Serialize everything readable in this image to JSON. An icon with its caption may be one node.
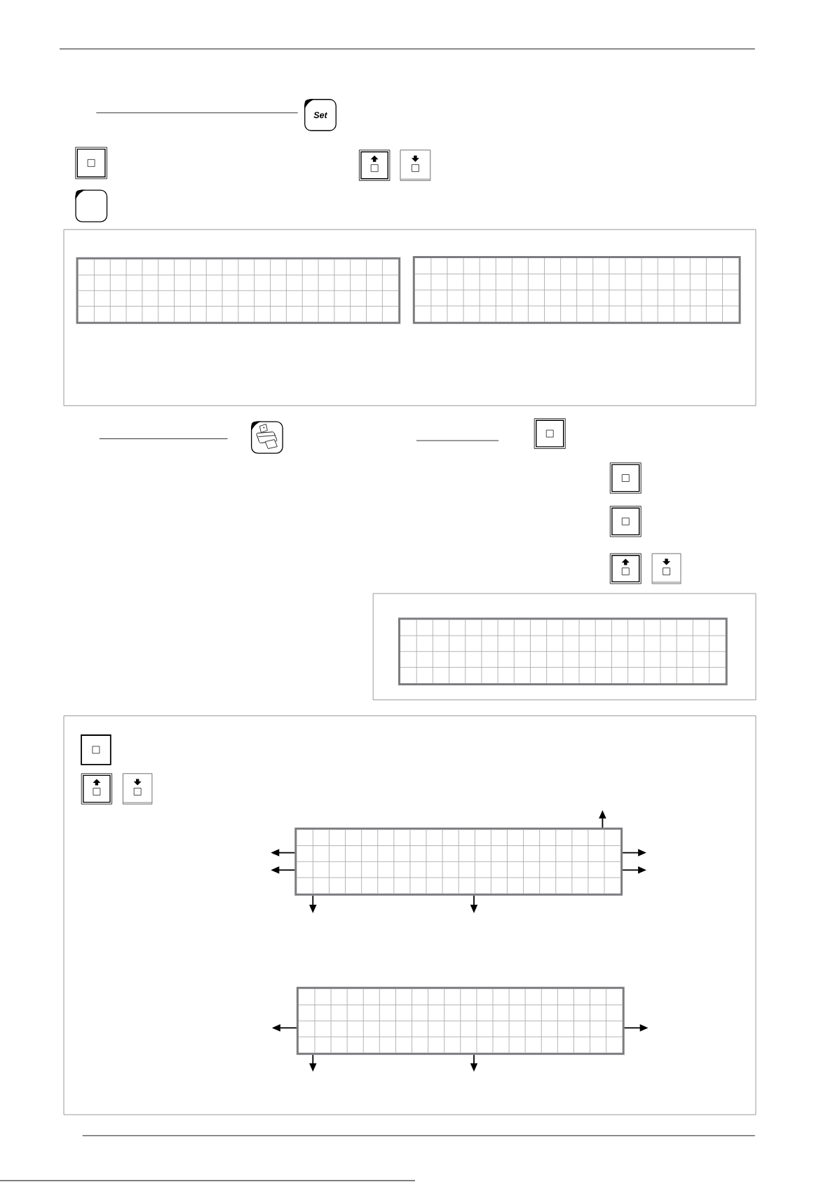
{
  "diagram": {
    "nodes": [
      {
        "text": [
          "Set"
        ]
      },
      {
        "text": [],
        "shape": "box"
      },
      {
        "text": [],
        "shape": "box"
      },
      {
        "text": [],
        "shape": "box"
      },
      {
        "text": [],
        "shape": "picture"
      },
      {
        "text": [],
        "shape": "box"
      },
      {
        "text": [],
        "shape": "box"
      },
      {
        "text": [],
        "shape": "box"
      }
    ],
    "edges": [
      {
        "from": 6,
        "to": null,
        "arrow": "to"
      },
      {
        "from": 6,
        "to": null,
        "arrow": "to"
      },
      {
        "from": 6,
        "to": null,
        "arrow": "to"
      },
      {
        "from": 6,
        "to": null,
        "arrow": "to"
      },
      {
        "from": 6,
        "to": null,
        "arrow": "to"
      },
      {
        "from": 6,
        "to": null,
        "arrow": "to"
      },
      {
        "from": 6,
        "to": null,
        "arrow": "to"
      },
      {
        "from": 7,
        "to": null,
        "arrow": "to"
      },
      {
        "from": 7,
        "to": null,
        "arrow": "to"
      },
      {
        "from": 7,
        "to": null,
        "arrow": "to"
      },
      {
        "from": 7,
        "to": null,
        "arrow": "to"
      }
    ]
  }
}
